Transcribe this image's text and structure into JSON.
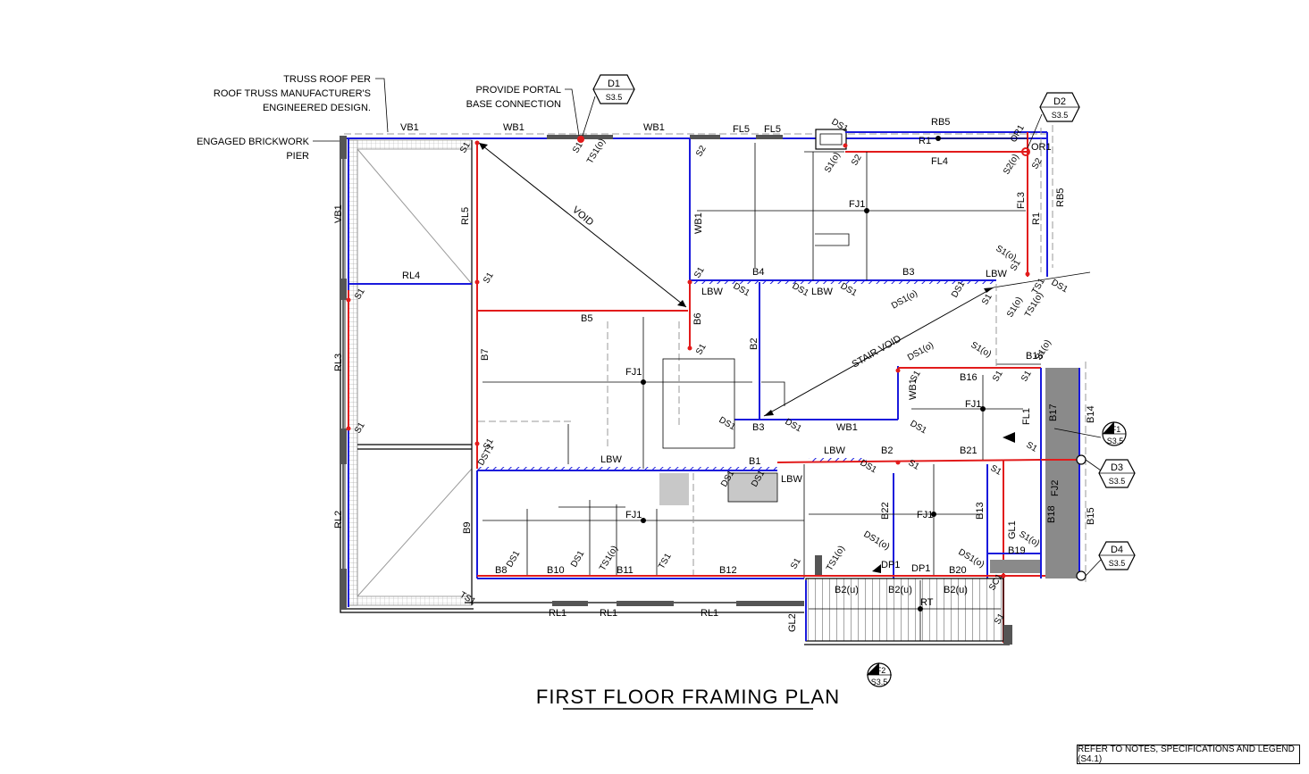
{
  "title": "FIRST FLOOR FRAMING PLAN",
  "reference_note": "REFER TO NOTES, SPECIFICATIONS AND LEGEND (S4.1)",
  "notes": {
    "truss_1": "TRUSS ROOF PER",
    "truss_2": "ROOF TRUSS MANUFACTURER'S",
    "truss_3": "ENGINEERED DESIGN.",
    "portal_1": "PROVIDE PORTAL",
    "portal_2": "BASE CONNECTION",
    "pier_1": "ENGAGED BRICKWORK",
    "pier_2": "PIER",
    "void": "VOID",
    "stair_void": "STAIR VOID"
  },
  "details": {
    "d1": "D1",
    "d2": "D2",
    "d3": "D3",
    "d4": "D4",
    "f1": "F1",
    "f2": "F2",
    "sheet": "S3.5"
  },
  "labels": {
    "vb1": "VB1",
    "wb1": "WB1",
    "fl5": "FL5",
    "rb5": "RB5",
    "r1": "R1",
    "fl4": "FL4",
    "fl3": "FL3",
    "fj1": "FJ1",
    "fj2": "FJ2",
    "rl5": "RL5",
    "rl4": "RL4",
    "rl3": "RL3",
    "rl2": "RL2",
    "rl1": "RL1",
    "s1": "S1",
    "s2": "S2",
    "s1o": "S1(o)",
    "s2o": "S2(o)",
    "ts1": "TS1",
    "ts1o": "TS1(o)",
    "ds1": "DS1",
    "ds1o": "DS1(o)",
    "dst1": "DST1",
    "lbw": "LBW",
    "b1": "B1",
    "b2": "B2",
    "b3": "B3",
    "b4": "B4",
    "b5": "B5",
    "b6": "B6",
    "b7": "B7",
    "b8": "B8",
    "b9": "B9",
    "b10": "B10",
    "b11": "B11",
    "b12": "B12",
    "b13": "B13",
    "b14": "B14",
    "b15": "B15",
    "b16": "B16",
    "b17": "B17",
    "b18": "B18",
    "b19": "B19",
    "b20": "B20",
    "b21": "B21",
    "b22": "B22",
    "b2u": "B2(u)",
    "fl1": "FL1",
    "gl1": "GL1",
    "gl2": "GL2",
    "sc1": "SC1",
    "dp1": "DP1",
    "rt": "RT",
    "or1": "OR1"
  }
}
